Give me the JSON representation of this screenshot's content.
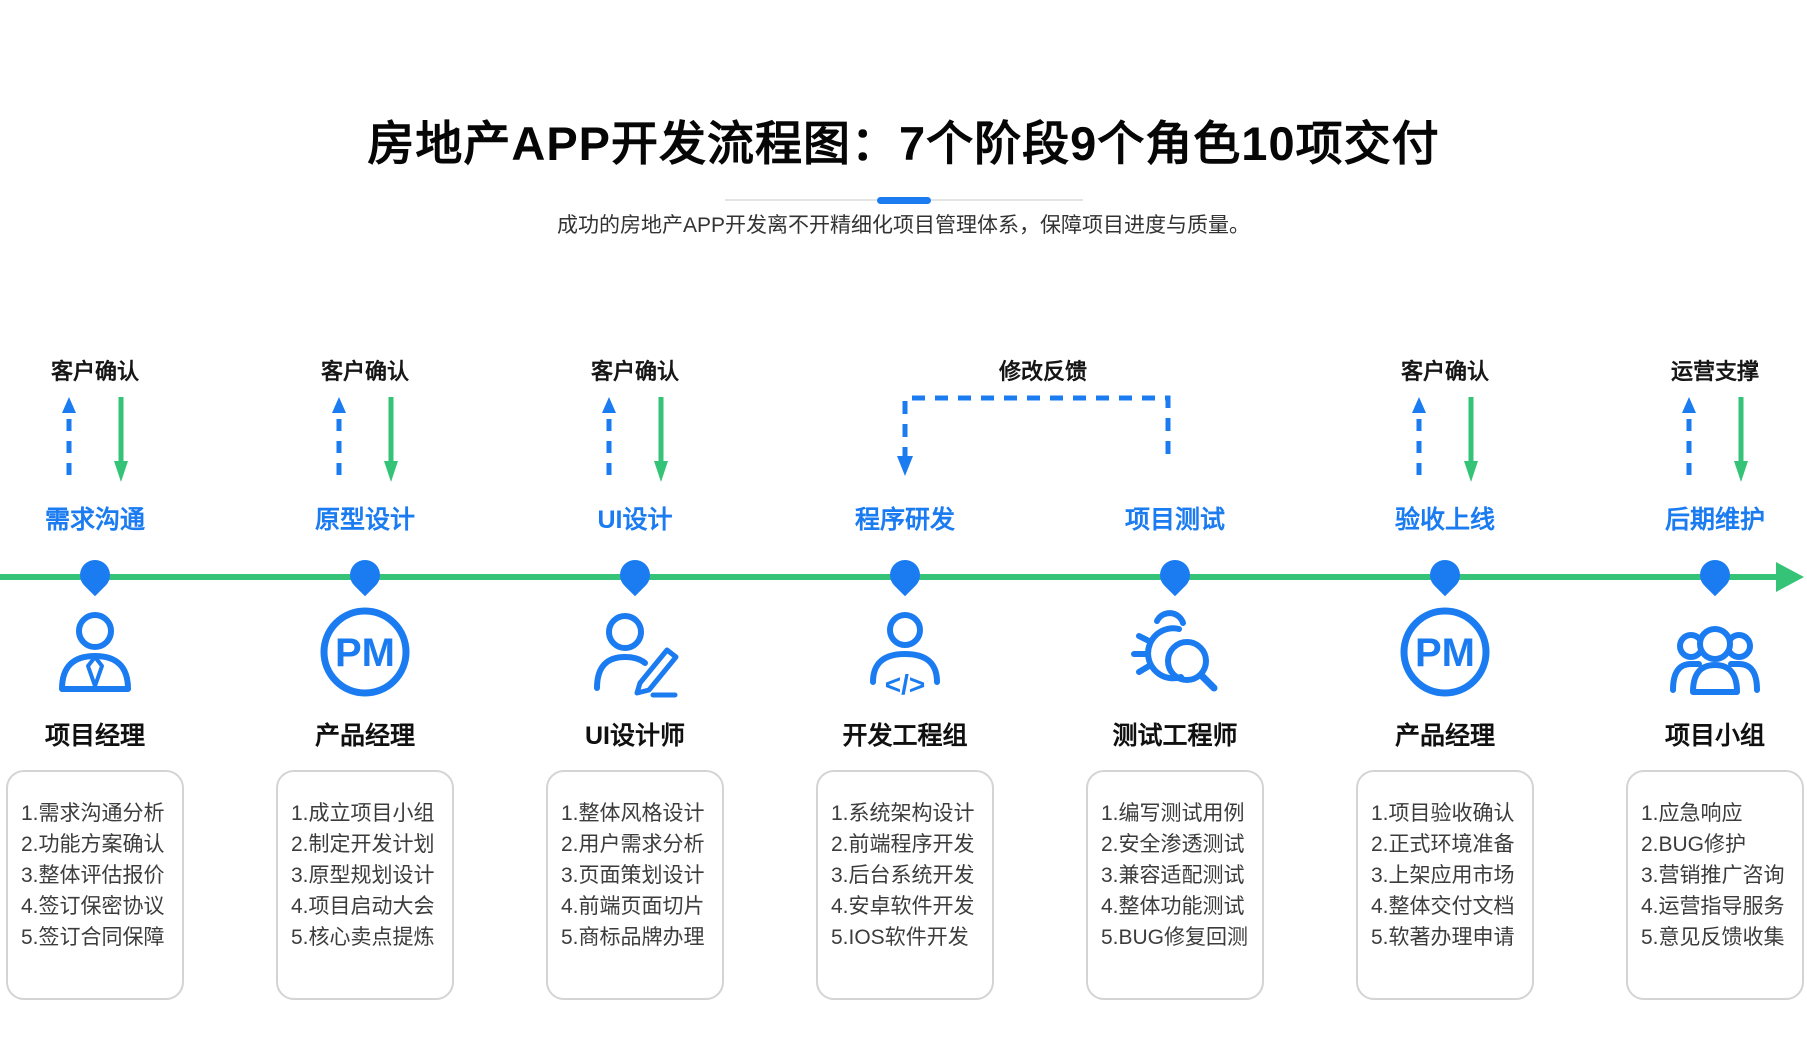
{
  "header": {
    "title": "房地产APP开发流程图：7个阶段9个角色10项交付",
    "subtitle": "成功的房地产APP开发离不开精细化项目管理体系，保障项目进度与质量。"
  },
  "feedback": {
    "label": "修改反馈"
  },
  "icons": {
    "pm_text": "PM",
    "code_text": "</>"
  },
  "colors": {
    "accent_blue": "#1b7cf2",
    "accent_green": "#34c377"
  },
  "stages": [
    {
      "top_label": "客户确认",
      "name": "需求沟通",
      "role": "项目经理",
      "icon": "project-manager-tie-icon",
      "tasks": [
        "1.需求沟通分析",
        "2.功能方案确认",
        "3.整体评估报价",
        "4.签订保密协议",
        "5.签订合同保障"
      ]
    },
    {
      "top_label": "客户确认",
      "name": "原型设计",
      "role": "产品经理",
      "icon": "pm-circle-icon",
      "tasks": [
        "1.成立项目小组",
        "2.制定开发计划",
        "3.原型规划设计",
        "4.项目启动大会",
        "5.核心卖点提炼"
      ]
    },
    {
      "top_label": "客户确认",
      "name": "UI设计",
      "role": "UI设计师",
      "icon": "ui-designer-pencil-icon",
      "tasks": [
        "1.整体风格设计",
        "2.用户需求分析",
        "3.页面策划设计",
        "4.前端页面切片",
        "5.商标品牌办理"
      ]
    },
    {
      "top_label": "",
      "name": "程序研发",
      "role": "开发工程组",
      "icon": "developer-code-icon",
      "tasks": [
        "1.系统架构设计",
        "2.前端程序开发",
        "3.后台系统开发",
        "4.安卓软件开发",
        "5.IOS软件开发"
      ]
    },
    {
      "top_label": "",
      "name": "项目测试",
      "role": "测试工程师",
      "icon": "bug-magnifier-icon",
      "tasks": [
        "1.编写测试用例",
        "2.安全渗透测试",
        "3.兼容适配测试",
        "4.整体功能测试",
        "5.BUG修复回测"
      ]
    },
    {
      "top_label": "客户确认",
      "name": "验收上线",
      "role": "产品经理",
      "icon": "pm-circle-icon",
      "tasks": [
        "1.项目验收确认",
        "2.正式环境准备",
        "3.上架应用市场",
        "4.整体交付文档",
        "5.软著办理申请"
      ]
    },
    {
      "top_label": "运营支撑",
      "name": "后期维护",
      "role": "项目小组",
      "icon": "team-group-icon",
      "tasks": [
        "1.应急响应",
        "2.BUG修护",
        "3.营销推广咨询",
        "4.运营指导服务",
        "5.意见反馈收集"
      ]
    }
  ]
}
